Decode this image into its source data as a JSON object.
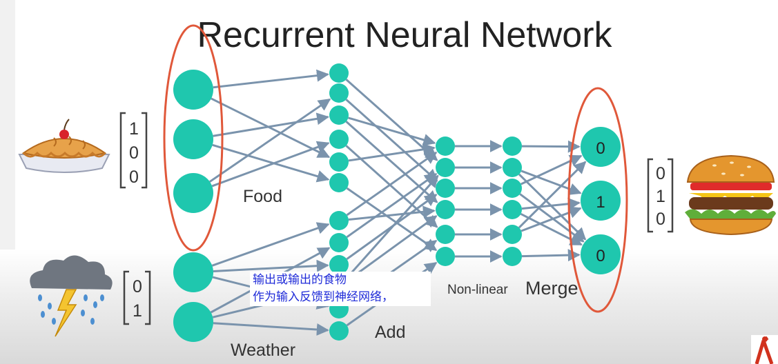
{
  "diagram": {
    "title": "Recurrent Neural Network",
    "labels": {
      "food": "Food",
      "weather": "Weather",
      "add": "Add",
      "nonlinear": "Non-linear",
      "merge": "Merge"
    },
    "food_vector": [
      "1",
      "0",
      "0"
    ],
    "weather_vector": [
      "0",
      "1"
    ],
    "output_vector": [
      "0",
      "1",
      "0"
    ],
    "output_node_values": [
      "0",
      "1",
      "0"
    ]
  },
  "subtitles": {
    "line1": "输出或输出的食物",
    "line2": "作为输入反馈到神经网络，"
  },
  "colors": {
    "node": "#1fc7ae",
    "arrow": "#7a93ac",
    "highlight": "#e0583a",
    "subtitle_text": "#1f2bd8"
  },
  "icons": [
    "pie-icon",
    "storm-cloud-icon",
    "hamburger-icon",
    "corner-logo-icon"
  ]
}
